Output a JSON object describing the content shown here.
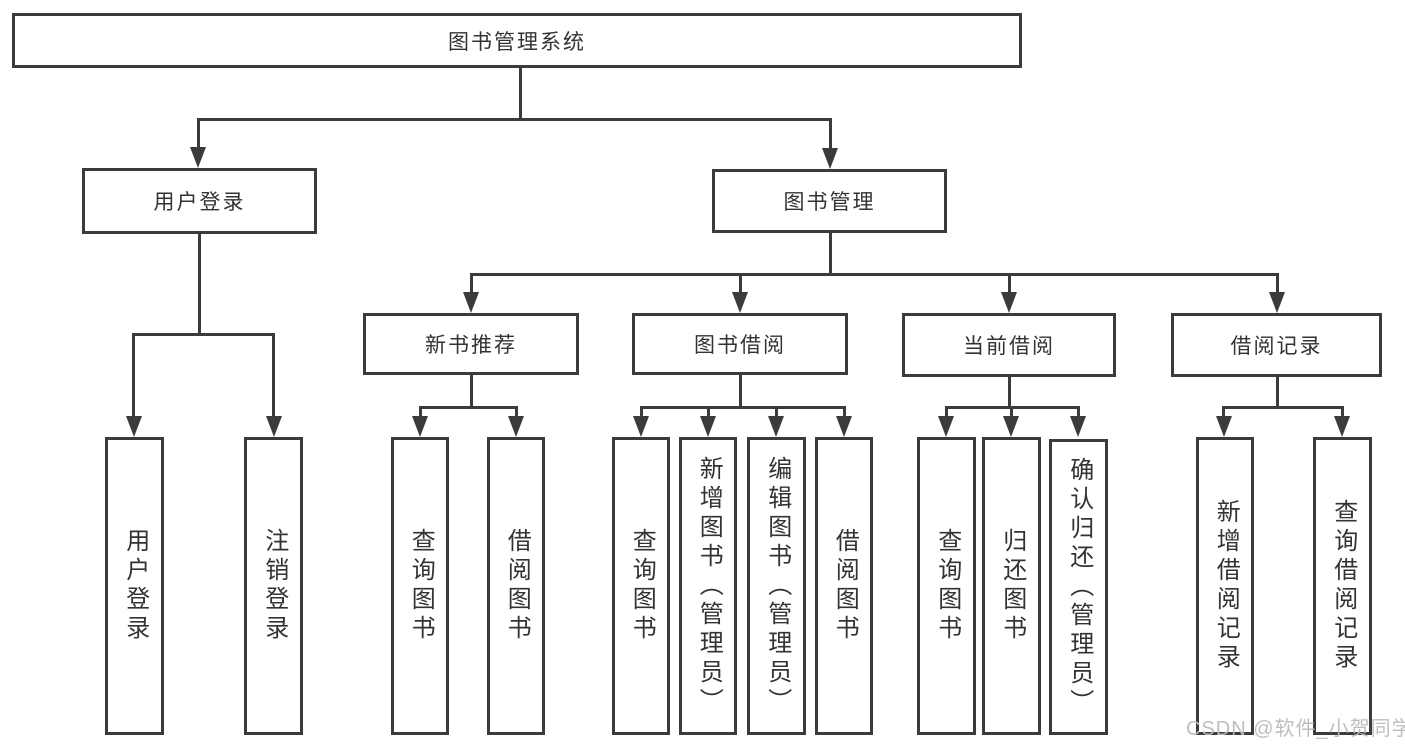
{
  "diagram": {
    "root": "图书管理系统",
    "level2": [
      "用户登录",
      "图书管理"
    ],
    "level3": [
      "新书推荐",
      "图书借阅",
      "当前借阅",
      "借阅记录"
    ],
    "leaves": {
      "login": [
        "用户登录",
        "注销登录"
      ],
      "recommend": [
        "查询图书",
        "借阅图书"
      ],
      "borrow": [
        "查询图书",
        "新增图书（管理员）",
        "编辑图书（管理员）",
        "借阅图书"
      ],
      "current": [
        "查询图书",
        "归还图书",
        "确认归还（管理员）"
      ],
      "records": [
        "新增借阅记录",
        "查询借阅记录"
      ]
    },
    "hierarchy": [
      {
        "parent": "图书管理系统",
        "children": [
          "用户登录",
          "图书管理"
        ]
      },
      {
        "parent": "用户登录",
        "children": [
          "用户登录",
          "注销登录"
        ]
      },
      {
        "parent": "图书管理",
        "children": [
          "新书推荐",
          "图书借阅",
          "当前借阅",
          "借阅记录"
        ]
      },
      {
        "parent": "新书推荐",
        "children": [
          "查询图书",
          "借阅图书"
        ]
      },
      {
        "parent": "图书借阅",
        "children": [
          "查询图书",
          "新增图书（管理员）",
          "编辑图书（管理员）",
          "借阅图书"
        ]
      },
      {
        "parent": "当前借阅",
        "children": [
          "查询图书",
          "归还图书",
          "确认归还（管理员）"
        ]
      },
      {
        "parent": "借阅记录",
        "children": [
          "新增借阅记录",
          "查询借阅记录"
        ]
      }
    ]
  },
  "watermark": "CSDN @软件_小贺同学",
  "colors": {
    "line": "#3b3b3b",
    "text": "#333333",
    "watermark": "#bababa",
    "background": "#ffffff"
  }
}
